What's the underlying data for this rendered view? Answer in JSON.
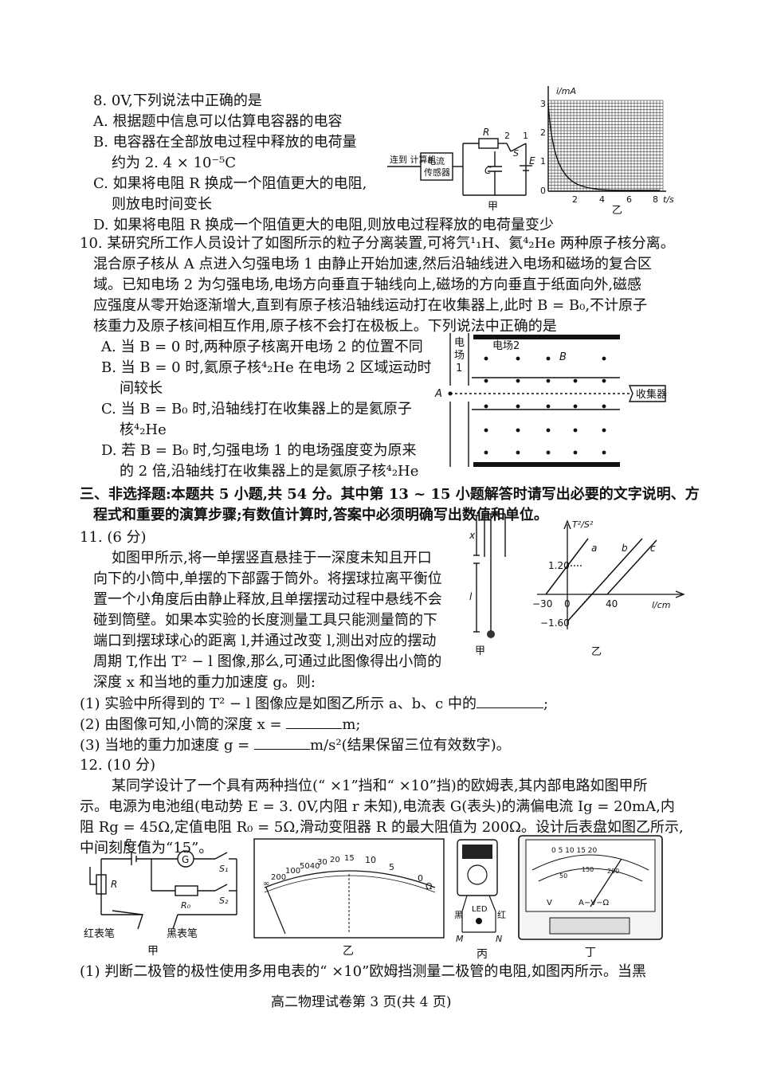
{
  "q9": {
    "stem_tail": "8. 0V,下列说法中正确的是",
    "options": [
      "A. 根据题中信息可以估算电容器的电容",
      "B. 电容器在全部放电过程中释放的电荷量",
      "约为 2. 4 × 10⁻⁵C",
      "C. 如果将电阻 R 换成一个阻值更大的电阻,",
      "则放电时间变长",
      "D. 如果将电阻 R 换成一个阻值更大的电阻,则放电过程释放的电荷量变少"
    ],
    "circuit": {
      "computer": "连到\n计算机",
      "sensor1": "电流",
      "sensor2": "传感器",
      "label_R": "R",
      "label_C": "C",
      "label_E": "E",
      "label_S": "S",
      "pos2": "2",
      "pos1": "1",
      "caption": "甲"
    },
    "graph": {
      "ylabel": "i/mA",
      "xlabel": "t/s",
      "yticks": [
        "0",
        "1",
        "2",
        "3"
      ],
      "xticks": [
        "2",
        "4",
        "6",
        "8"
      ],
      "caption": "乙"
    }
  },
  "q10": {
    "stem": [
      "10. 某研究所工作人员设计了如图所示的粒子分离装置,可将氕¹₁H、氦⁴₂He 两种原子核分离。",
      "混合原子核从 A 点进入匀强电场 1 由静止开始加速,然后沿轴线进入电场和磁场的复合区",
      "域。已知电场 2 为匀强电场,电场方向垂直于轴线向上,磁场的方向垂直于纸面向外,磁感",
      "应强度从零开始逐渐增大,直到有原子核沿轴线运动打在收集器上,此时 B = B₀,不计原子",
      "核重力及原子核间相互作用,原子核不会打在极板上。下列说法中正确的是"
    ],
    "options": [
      "A. 当 B = 0 时,两种原子核离开电场 2 的位置不同",
      "B. 当 B = 0 时,氦原子核⁴₂He 在电场 2 区域运动时",
      "间较长",
      "C. 当 B = B₀ 时,沿轴线打在收集器上的是氦原子",
      "核⁴₂He",
      "D. 若 B = B₀ 时,匀强电场 1 的电场强度变为原来",
      "的 2 倍,沿轴线打在收集器上的是氦原子核⁴₂He"
    ],
    "diagram": {
      "field1_a": "电",
      "field1_b": "场",
      "field1_c": "1",
      "field2": "电场2",
      "B": "B",
      "A": "A",
      "collector": "收集器"
    }
  },
  "section3": [
    "三、非选择题:本题共 5 小题,共 54 分。其中第 13 ~ 15 小题解答时请写出必要的文字说明、方",
    "程式和重要的演算步骤;有数值计算时,答案中必须明确写出数值和单位。"
  ],
  "q11": {
    "head": "11. (6 分)",
    "body": [
      "如图甲所示,将一单摆竖直悬挂于一深度未知且开口",
      "向下的小筒中,单摆的下部露于筒外。将摆球拉离平衡位",
      "置一个小角度后由静止释放,且单摆摆动过程中悬线不会",
      "碰到筒壁。如果本实验的长度测量工具只能测量筒的下",
      "端口到摆球球心的距离 l,并通过改变 l,测出对应的摆动",
      "周期 T,作出 T² − l 图像,那么,可通过此图像得出小筒的",
      "深度 x 和当地的重力加速度 g。则:"
    ],
    "q1a": "(1) 实验中所得到的 T² − l 图像应是如图乙所示 a、b、c 中的",
    "q1b": ";",
    "q2a": "(2) 由图像可知,小筒的深度 x =",
    "q2b": "m;",
    "q3a": "(3) 当地的重力加速度 g =",
    "q3b": "m/s²(结果保留三位有效数字)。",
    "fig_a": {
      "x": "x",
      "l": "l",
      "caption": "甲"
    },
    "fig_b": {
      "ylabel": "T²/S²",
      "xlabel": "l/cm",
      "y_pos": "1.20",
      "y_neg": "−1.60",
      "x_neg": "−30",
      "origin": "0",
      "x_pos": "40",
      "lines": [
        "a",
        "b",
        "c"
      ],
      "caption": "乙"
    }
  },
  "q12": {
    "head": "12. (10 分)",
    "body": [
      "某同学设计了一个具有两种挡位(“ ×1”挡和“ ×10”挡)的欧姆表,其内部电路如图甲所",
      "示。电源为电池组(电动势 E = 3. 0V,内阻 r 未知),电流表 G(表头)的满偏电流 Ig = 20mA,内",
      "阻 Rg = 45Ω,定值电阻 R₀ = 5Ω,滑动变阻器 R 的最大阻值为 200Ω。设计后表盘如图乙所示,",
      "中间刻度值为“15”。"
    ],
    "circuit": {
      "E": "E",
      "r": "r",
      "G": "G",
      "R": "R",
      "R0": "R₀",
      "S1": "S₁",
      "S2": "S₂",
      "red": "红表笔",
      "black": "黑表笔",
      "caption": "甲"
    },
    "dial": {
      "ticks": [
        "∞",
        "200",
        "100",
        "5040",
        "30",
        "20",
        "15",
        "10",
        "5",
        "0"
      ],
      "unit": "Ω",
      "caption": "乙"
    },
    "meter": {
      "black": "黑",
      "red": "红",
      "led": "LED",
      "M": "M",
      "N": "N",
      "caption": "丙"
    },
    "multimeter": {
      "top": "0 5 10 15 20",
      "mid1": "50",
      "mid2": "150",
      "mid3": "200",
      "v": "V",
      "avo": "A−V−Ω",
      "caption": "丁"
    },
    "q1": "(1) 判断二极管的极性使用多用电表的“ ×10”欧姆挡测量二极管的电阻,如图丙所示。当黑"
  },
  "footer": "高二物理试卷第 3 页(共 4 页)"
}
